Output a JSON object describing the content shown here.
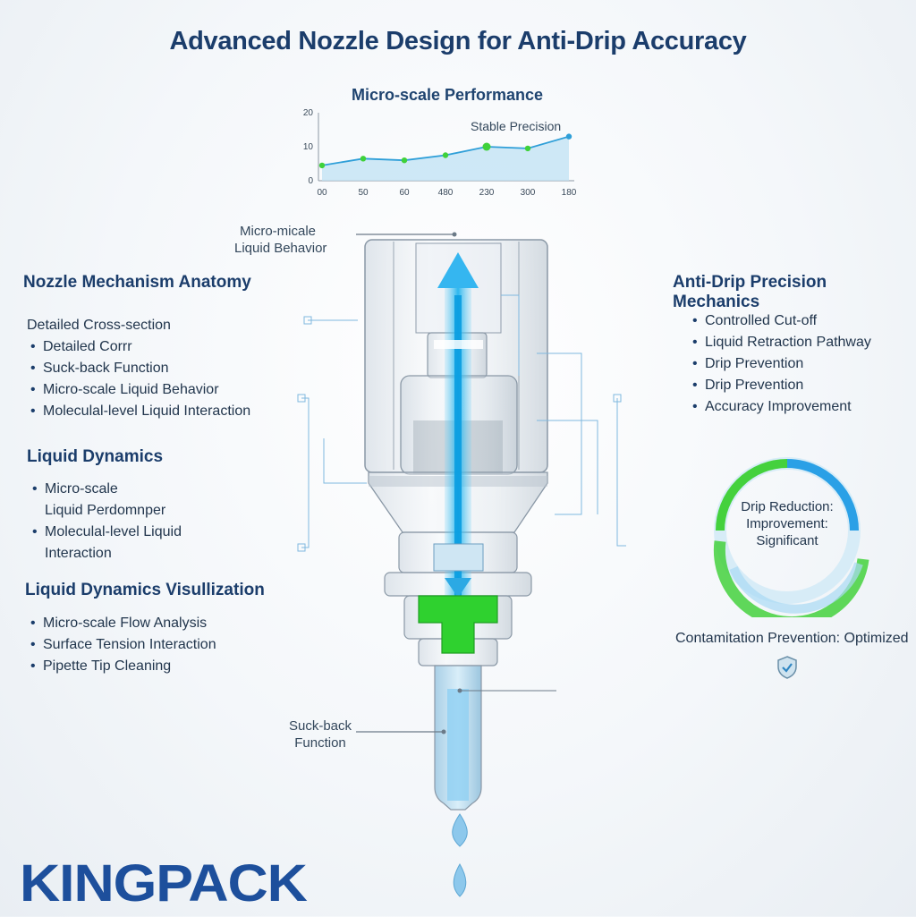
{
  "title": "Advanced Nozzle Design for Anti-Drip Accuracy",
  "chart_data": {
    "type": "line",
    "title": "Micro-scale Performance",
    "annotation": "Stable Precision",
    "categories": [
      "00",
      "50",
      "60",
      "480",
      "230",
      "300",
      "180"
    ],
    "values": [
      4.5,
      6.5,
      6,
      7.5,
      10,
      9.5,
      13
    ],
    "ylim": [
      0,
      20
    ],
    "yticks": [
      "0",
      "10",
      "20"
    ],
    "area_fill": true,
    "grid": false,
    "colors": {
      "line": "#2f9fd8",
      "point": "#3fd13a",
      "area": "#bfe2f4"
    }
  },
  "diagram_labels": {
    "top_callout": [
      "Micro-micale",
      "Liquid Behavior"
    ],
    "bottom_callout": [
      "Suck-back",
      "Function"
    ]
  },
  "left": {
    "anatomy": {
      "heading": "Nozzle Mechanism Anatomy",
      "lead": "Detailed Cross-section",
      "items": [
        "Detailed Corrr",
        "Suck-back Function",
        "Micro-scale Liquid Behavior",
        "Moleculal-level Liquid Interaction"
      ]
    },
    "dynamics": {
      "heading": "Liquid Dynamics",
      "items": [
        [
          "Micro-scale",
          "Liquid Perdomnper"
        ],
        [
          "Moleculal-level Liquid",
          "Interaction"
        ]
      ]
    },
    "visualization": {
      "heading": "Liquid Dynamics Visullization",
      "items": [
        "Micro-scale Flow Analysis",
        "Surface Tension Interaction",
        "Pipette Tip Cleaning"
      ]
    }
  },
  "right": {
    "heading": "Anti-Drip Precision Mechanics",
    "items": [
      "Controlled Cut-off",
      "Liquid Retraction Pathway",
      "Drip Prevention",
      "Drip Prevention",
      "Accuracy Improvement"
    ],
    "ring": {
      "lines": [
        "Drip Reduction:",
        "Improvement:",
        "Significant"
      ],
      "colors": {
        "blue": "#2aa0e6",
        "green": "#44d13d"
      }
    },
    "contamination": "Contamitation Prevention: Optimized",
    "shield_icon": "shield-check-icon"
  },
  "logo": "KINGPACK",
  "colors": {
    "heading": "#1b3d6b",
    "accent_green": "#2fd12f",
    "accent_blue": "#2aa0e6",
    "logo": "#1d4f9c"
  }
}
